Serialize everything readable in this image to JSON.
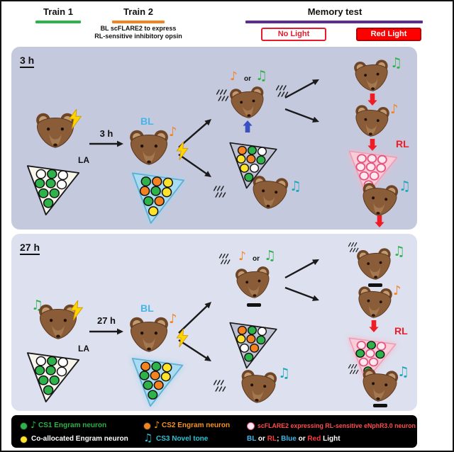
{
  "header": {
    "train1": {
      "label": "Train 1"
    },
    "train2": {
      "label": "Train 2",
      "subtitle_line1": "BL scFLARE2 to express",
      "subtitle_line2": "RL-sensitive inhibitory opsin"
    },
    "memory": {
      "label": "Memory test",
      "no_light": "No Light",
      "red_light": "Red Light"
    }
  },
  "icons": {
    "note_single": "♪",
    "note_beamed": "♫"
  },
  "panel_3h": {
    "title": "3 h",
    "interval_label": "3 h",
    "la_label": "LA",
    "bl_label": "BL",
    "rl_label": "RL",
    "or_label": "or"
  },
  "panel_27h": {
    "title": "27 h",
    "interval_label": "27 h",
    "la_label": "LA",
    "bl_label": "BL",
    "rl_label": "RL",
    "or_label": "or"
  },
  "triangles": {
    "p1_la": {
      "fill": "la",
      "neurons": [
        "white",
        "green",
        "white",
        "green",
        "green",
        "white",
        "green",
        "green",
        "green"
      ]
    },
    "p1_bl": {
      "fill": "bl",
      "neurons": [
        "green",
        "orange",
        "yellow",
        "orange",
        "green",
        "yellow",
        "green",
        "orange",
        "yellow"
      ]
    },
    "p1_test": {
      "fill": "test",
      "neurons": [
        "orange",
        "green",
        "white",
        "yellow",
        "orange",
        "green",
        "yellow",
        "white",
        "green"
      ]
    },
    "p1_rl": {
      "fill": "rl",
      "neurons": [
        "rl",
        "rl",
        "rl",
        "rl",
        "rl",
        "rl",
        "rl",
        "rl",
        "rl"
      ]
    },
    "p2_la": {
      "fill": "la",
      "neurons": [
        "white",
        "green",
        "white",
        "green",
        "green",
        "white",
        "green",
        "green",
        "green"
      ]
    },
    "p2_bl": {
      "fill": "bl",
      "neurons": [
        "orange",
        "green",
        "yellow",
        "green",
        "orange",
        "yellow",
        "green",
        "orange",
        "green"
      ]
    },
    "p2_test": {
      "fill": "test",
      "neurons": [
        "orange",
        "green",
        "white",
        "yellow",
        "orange",
        "green",
        "white",
        "orange",
        "green"
      ]
    },
    "p2_rl": {
      "fill": "rl",
      "neurons": [
        "rl",
        "green",
        "rl",
        "green",
        "rl",
        "green",
        "rl",
        "rl",
        "green"
      ]
    }
  },
  "legend": {
    "cs1": "CS1 Engram neuron",
    "cs2": "CS2 Engram neuron",
    "scflare": "scFLARE2 expressing RL-sensitive eNphR3.0 neuron",
    "coallocated": "Co-allocated Engram neuron",
    "cs3": "CS3 Novel tone",
    "light_line": {
      "parts": [
        {
          "text": "BL",
          "color": "blue"
        },
        {
          "text": " or ",
          "color": "white"
        },
        {
          "text": "RL",
          "color": "red"
        },
        {
          "text": "; ",
          "color": "white"
        },
        {
          "text": "Blue",
          "color": "blue"
        },
        {
          "text": " or ",
          "color": "white"
        },
        {
          "text": "Red",
          "color": "red"
        },
        {
          "text": " Light",
          "color": "white"
        }
      ]
    }
  },
  "colors": {
    "green": "#2eb24a",
    "orange": "#f58220",
    "yellow": "#ffe32b",
    "red": "#ee1c25",
    "teal": "#17a8b8",
    "blue_light": "#45b5e8",
    "purple": "#5b2d8e",
    "blue_arrow": "#3a50c0",
    "panel_3h_bg": "#c5c9de",
    "panel_27h_bg": "#dde0ef",
    "rl_neuron_outline": "#e75480"
  }
}
